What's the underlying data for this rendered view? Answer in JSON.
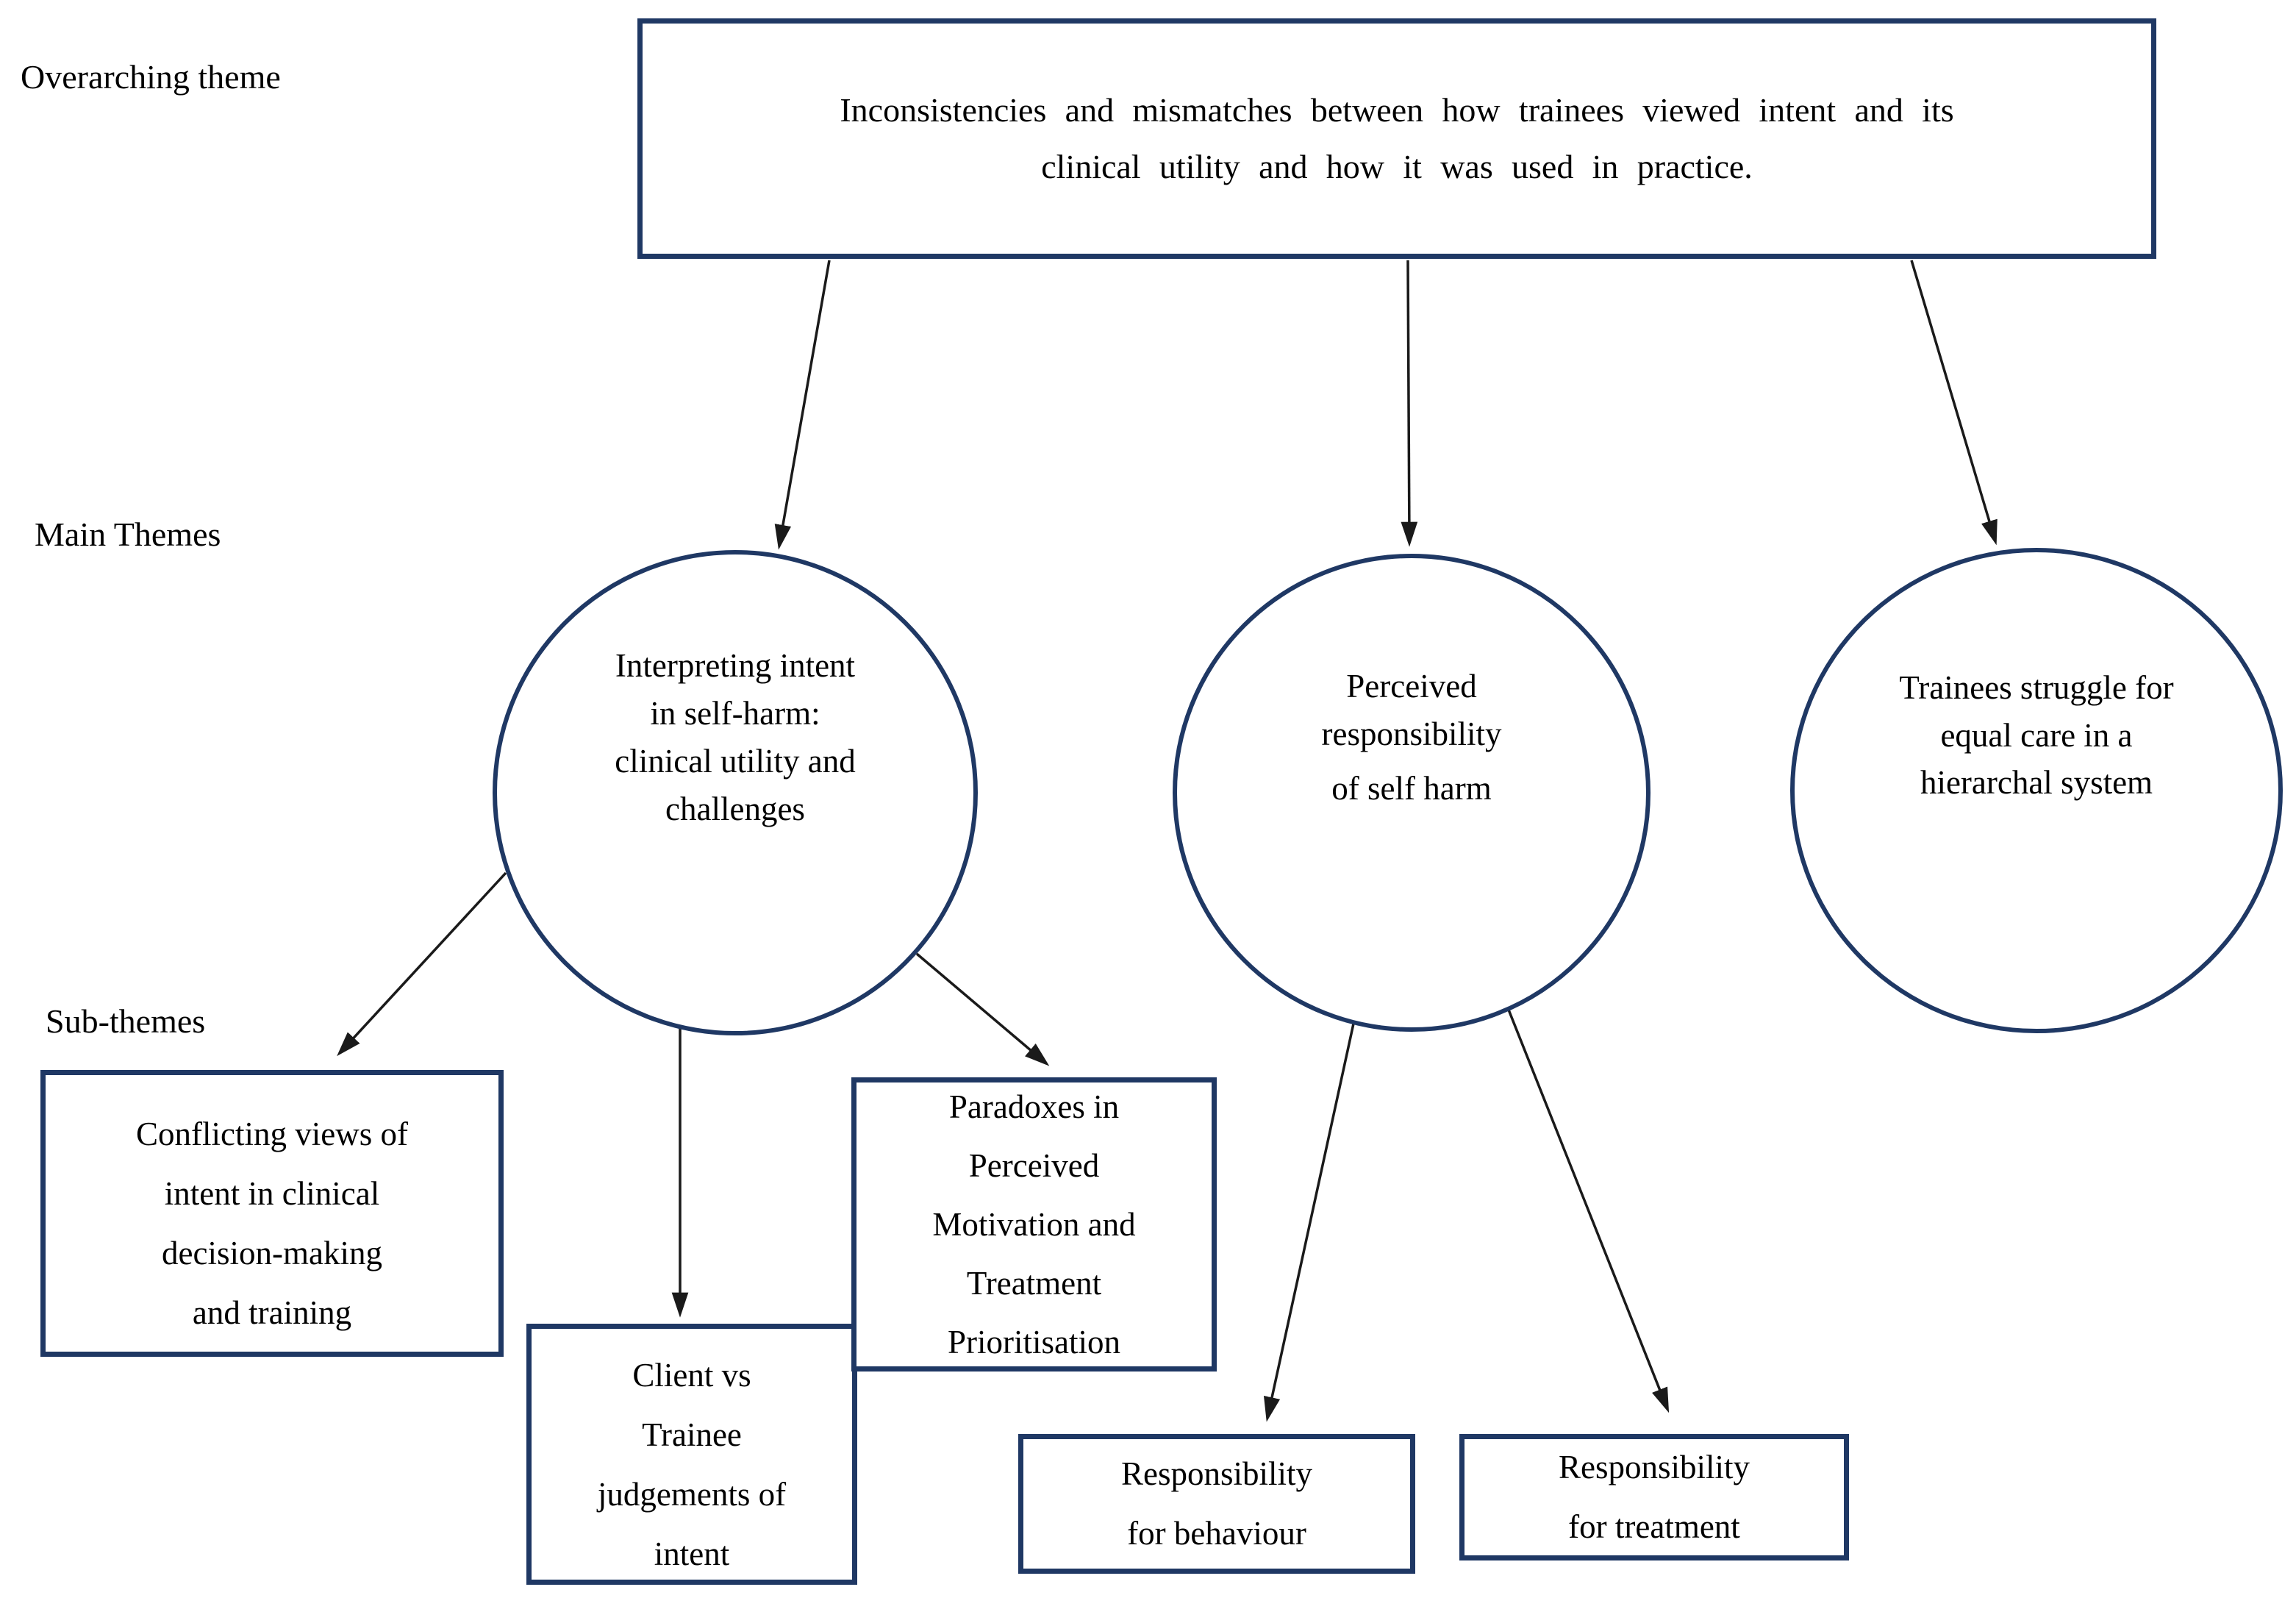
{
  "labels": {
    "overarching": "Overarching theme",
    "main": "Main Themes",
    "sub": "Sub-themes"
  },
  "overarching_theme": {
    "lines": [
      "Inconsistencies and mismatches between how trainees viewed intent and its",
      "clinical utility and how it was used in practice."
    ]
  },
  "main_themes": [
    {
      "id": "interpreting-intent",
      "lines": [
        "Interpreting intent",
        "in self-harm:",
        "clinical utility and",
        "challenges"
      ]
    },
    {
      "id": "perceived-responsibility",
      "lines": [
        "Perceived",
        "responsibility",
        "of self harm"
      ]
    },
    {
      "id": "trainees-struggle",
      "lines": [
        "Trainees struggle for",
        "equal care in a",
        "hierarchal system"
      ]
    }
  ],
  "sub_themes": [
    {
      "id": "conflicting-views",
      "lines": [
        "Conflicting views of",
        "intent in clinical",
        "decision-making",
        "and training"
      ]
    },
    {
      "id": "client-vs-trainee",
      "lines": [
        "Client vs",
        "Trainee",
        "judgements of",
        "intent"
      ]
    },
    {
      "id": "paradoxes",
      "lines": [
        "Paradoxes in",
        "Perceived",
        "Motivation and",
        "Treatment",
        "Prioritisation"
      ]
    },
    {
      "id": "responsibility-behaviour",
      "lines": [
        "Responsibility",
        "for behaviour"
      ]
    },
    {
      "id": "responsibility-treatment",
      "lines": [
        "Responsibility",
        "for treatment"
      ]
    }
  ],
  "colors": {
    "outline": "#1f3864",
    "arrow": "#1a1a1a",
    "text": "#000000",
    "background": "#ffffff"
  }
}
